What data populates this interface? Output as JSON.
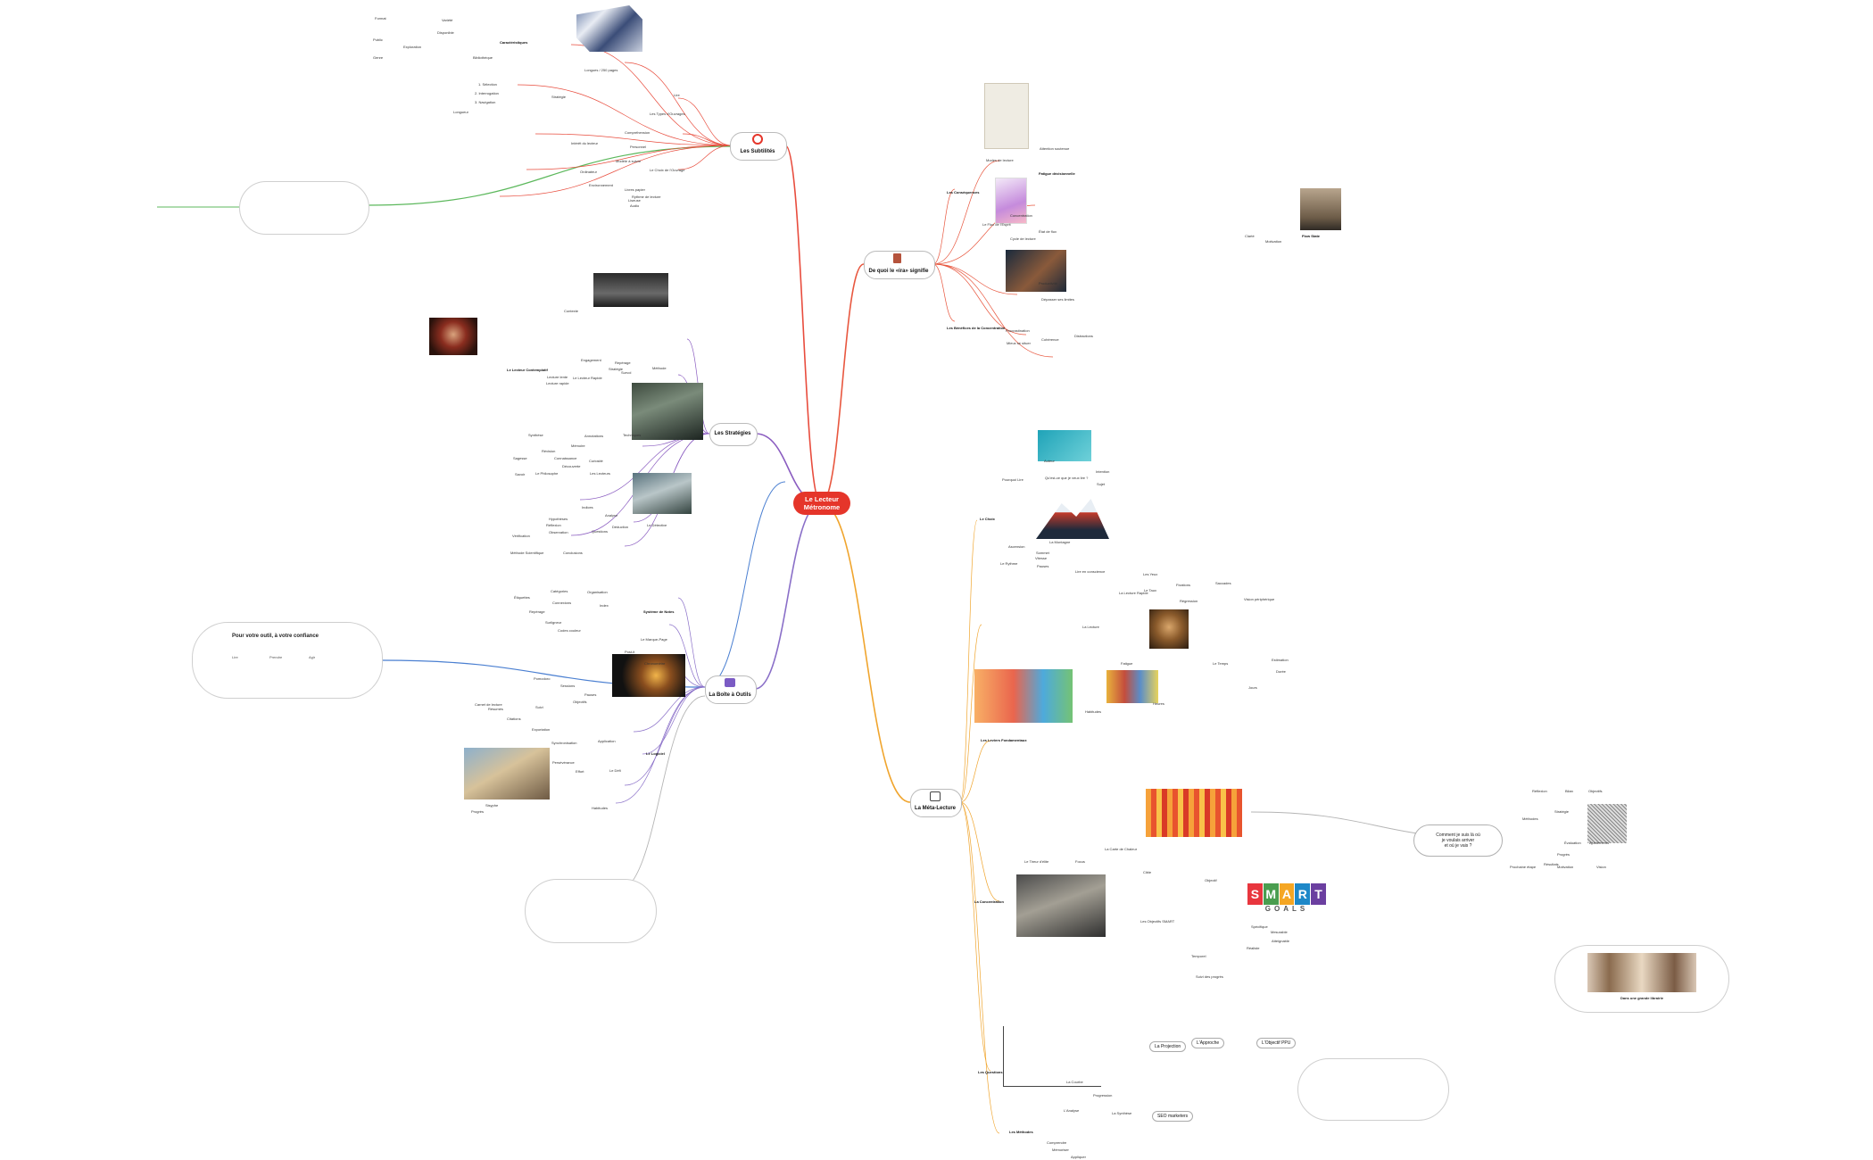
{
  "root": {
    "line1": "Le Lecteur",
    "line2": "Métronome"
  },
  "branches": {
    "subtilites": "Les Subtilités",
    "quoi": "De quoi le «ira» signifie",
    "strategies": "Les Stratégies",
    "boite": "La Boîte à Outils",
    "meta": "La Méta-Lecture"
  },
  "subtilites_labels": {
    "a1": "Caractéristiques",
    "a2": "Variété",
    "a3": "Disponible",
    "a4": "Exploration",
    "a5": "Bibliothèque",
    "a6": "Longues / 250 pages",
    "a7": "Les Types d'Ouvrages",
    "a8": "Lire",
    "a9": "Le Choix de l'Ouvrage",
    "a10": "Compréhension",
    "a11": "Personnel",
    "a12": "Modèle à suivre",
    "a13": "Intérêt du lecteur",
    "a14": "Rythme de lecture",
    "a15": "Environnement",
    "a16": "Livres papier",
    "a17": "Liseuse",
    "a18": "Audio",
    "a19": "Ordinateur",
    "a20": "Stratégie",
    "a21": "1. Sélection",
    "a22": "2. Interrogation",
    "a23": "3. Navigation",
    "a24": "Format",
    "a25": "Public",
    "a26": "Genre",
    "a27": "Longueur"
  },
  "quoi_labels": {
    "b1": "Les Conséquences",
    "b2": "Modes de lecture",
    "b3": "Attention soutenue",
    "b4": "Fatigue décisionnelle",
    "b5": "Le Flux de l'Esprit",
    "b6": "Concentration",
    "b7": "Cycle de lecture",
    "b8": "État de flux",
    "b9": "Les Bénéfices de la Concentration",
    "b10": "Procrastination",
    "b11": "Mieux se situer",
    "b12": "Cohérence",
    "b13": "Distractions",
    "b14": "Productivité",
    "b15": "Dépasser ses limites",
    "b16": "Clarté",
    "b17": "Motivation",
    "b18": "Flow State"
  },
  "strategies_labels": {
    "c1": "Le Lecteur Contemplatif",
    "c2": "Le Lecteur Rapide",
    "c3": "Contexte",
    "c4": "Stratégie",
    "c5": "Méthode",
    "c6": "Lecture rapide",
    "c7": "Lecture lente",
    "c8": "Engagement",
    "c9": "Repérage",
    "c10": "Survol",
    "c11": "Techniques",
    "c12": "Annotations",
    "c13": "Synthèse",
    "c14": "Mémoire",
    "c15": "Révision",
    "c16": "Le Détective",
    "c17": "Analyse",
    "c18": "Indices",
    "c19": "Déduction",
    "c20": "Hypothèses",
    "c21": "Observation",
    "c22": "Vérification",
    "c23": "Questions",
    "c24": "Réflexion",
    "c25": "Méthode Scientifique",
    "c26": "Conclusions",
    "c27": "Les Lecteurs",
    "c28": "Le Philosophe",
    "c29": "Sagesse",
    "c30": "Connaissance",
    "c31": "Savoir",
    "c32": "Curiosité",
    "c33": "Découverte"
  },
  "boite_labels": {
    "d1": "Système de Notes",
    "d2": "Organisation",
    "d3": "Catégories",
    "d4": "Étiquettes",
    "d5": "Connexions",
    "d6": "Index",
    "d7": "Le Marque-Page",
    "d8": "Repérage",
    "d9": "Surligneur",
    "d10": "Codes couleur",
    "d11": "Post-it",
    "d12": "Chronomètre",
    "d13": "Pomodoro",
    "d14": "Sessions",
    "d15": "Pauses",
    "d16": "Objectifs",
    "d17": "Suivi",
    "d18": "Carnet de lecture",
    "d19": "Résumés",
    "d20": "Citations",
    "d21": "Le Logiciel",
    "d22": "Application",
    "d23": "Synchronisation",
    "d24": "Exportation",
    "d25": "Le Défi",
    "d26": "Persévérance",
    "d27": "Effort",
    "d28": "Progrès",
    "d29": "Sisyphe",
    "d30": "Habitudes"
  },
  "meta_labels": {
    "e1": "Le Choix",
    "e2": "Pourquoi Lire",
    "e3": "Qu'est-ce que je veux lire ?",
    "e4": "Intention",
    "e5": "Sujet",
    "e6": "Auteur",
    "e7": "La Montagne",
    "e8": "Ascension",
    "e9": "Sommet",
    "e10": "Le Rythme",
    "e11": "Vitesse",
    "e12": "Pauses",
    "e13": "Lire en conscience",
    "e14": "Les Leviers Fondamentaux",
    "e15": "La Lecture",
    "e16": "La Lecture Rapide",
    "e17": "Le Taux",
    "e18": "Les Yeux",
    "e19": "Fixations",
    "e20": "Saccades",
    "e21": "Régression",
    "e22": "Vision périphérique",
    "e23": "Fatigue",
    "e24": "Le Temps",
    "e25": "Estimation",
    "e26": "Durée",
    "e27": "La Carte de Chaleur",
    "e28": "Heures",
    "e29": "Jours",
    "e30": "Habitudes",
    "e31": "La Concentration",
    "e32": "Le Tireur d'élite",
    "e33": "Focus",
    "e34": "Cible",
    "e35": "Objectif",
    "e36": "Les Objectifs SMART",
    "e37": "Spécifique",
    "e38": "Mesurable",
    "e39": "Atteignable",
    "e40": "Réaliste",
    "e41": "Temporel",
    "e42": "Suivi des progrès",
    "e43": "Les Questions",
    "e44": "La Projection",
    "e45": "L'Approche",
    "e46": "L'Objectif PPU",
    "e47": "La Courbe",
    "e48": "Progression",
    "e49": "Les Méthodes",
    "e50": "L'Analyse",
    "e51": "La Synthèse",
    "e52": "SEO marketers",
    "e53": "Comprendre",
    "e54": "Mémoriser",
    "e55": "Appliquer"
  },
  "right_question": {
    "text_l1": "Comment je suis là où",
    "text_l2": "je voulais arriver",
    "text_l3": "et où je vais ?"
  },
  "right_labels": {
    "f1": "Réflexion",
    "f2": "Bilan",
    "f3": "Objectifs",
    "f4": "Stratégie",
    "f5": "Méthodes",
    "f6": "Évaluation",
    "f7": "Ajustements",
    "f8": "Progrès",
    "f9": "Résultats",
    "f10": "Prochaine étape",
    "f11": "Motivation",
    "f12": "Vision"
  },
  "panel_notes": {
    "quote_title": "Pour votre outil, à votre confiance",
    "quote_col1_h": "Lire",
    "quote_col2_h": "Prendre",
    "quote_col3_h": "Agir",
    "card_caption": "Dans une grande librairie"
  },
  "smart": {
    "letters": [
      "S",
      "M",
      "A",
      "R",
      "T"
    ],
    "word": "GOALS",
    "colors": [
      "#e8363e",
      "#4a9d4f",
      "#f5a623",
      "#1e88c8",
      "#6b3fa0"
    ]
  },
  "colors": {
    "red": "#e5352a",
    "orange": "#f2a93b",
    "purple": "#6c4fb0",
    "blue": "#4a7fd1",
    "green": "#5cb85c",
    "gray": "#b5b5b5",
    "subtilites": "#e84c3d",
    "strategies": "#8a5cc0",
    "boite": "#8a6fc8",
    "meta": "#f0a52e",
    "quoi": "#e8573f"
  }
}
